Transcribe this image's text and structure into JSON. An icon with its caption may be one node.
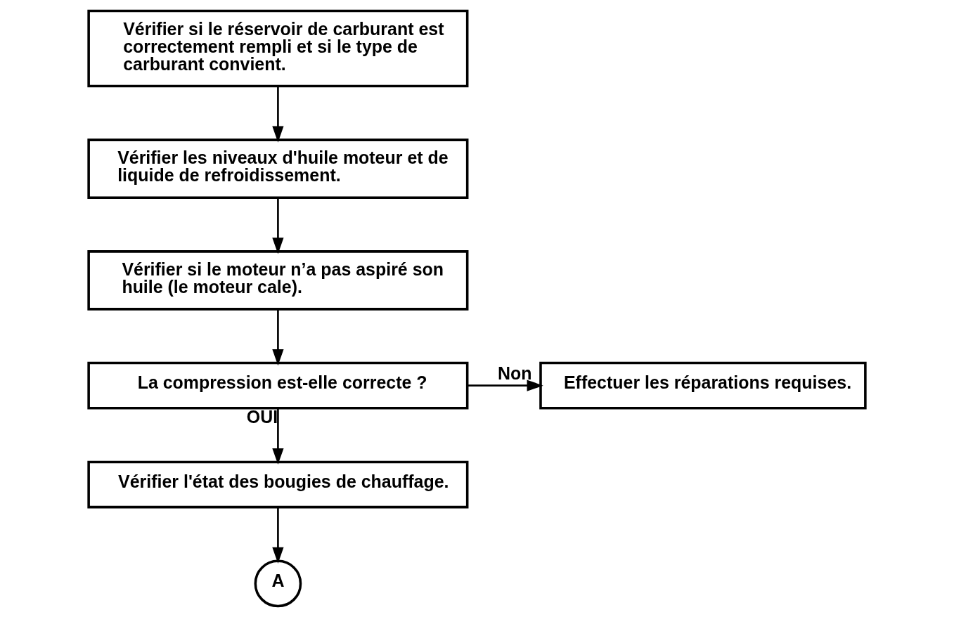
{
  "diagram": {
    "nodes": [
      {
        "text": [
          "Vérifier si le réservoir de carburant est correctement rempli et si le type de carburant convient."
        ]
      },
      {
        "text": [
          "Vérifier les niveaux d'huile moteur et de liquide de refroidissement."
        ]
      },
      {
        "text": [
          "Vérifier si le moteur n’a pas aspiré son huile (le moteur cale)."
        ]
      },
      {
        "text": [
          "La compression est-elle correcte ?"
        ]
      },
      {
        "text": [
          "Vérifier l'état des bougies de chauffage."
        ]
      },
      {
        "text": [
          "Effectuer les réparations requises."
        ]
      },
      {
        "text": [
          "A"
        ]
      }
    ],
    "edges": [
      {
        "from": 0,
        "to": 1,
        "arrow": "to"
      },
      {
        "from": 1,
        "to": 2,
        "arrow": "to"
      },
      {
        "from": 2,
        "to": 3,
        "arrow": "to"
      },
      {
        "from": 3,
        "to": 5,
        "arrow": "to",
        "label": "Non"
      },
      {
        "from": 3,
        "to": 4,
        "arrow": "to",
        "label": "OUI"
      },
      {
        "from": 4,
        "to": 6,
        "arrow": "to"
      }
    ]
  }
}
